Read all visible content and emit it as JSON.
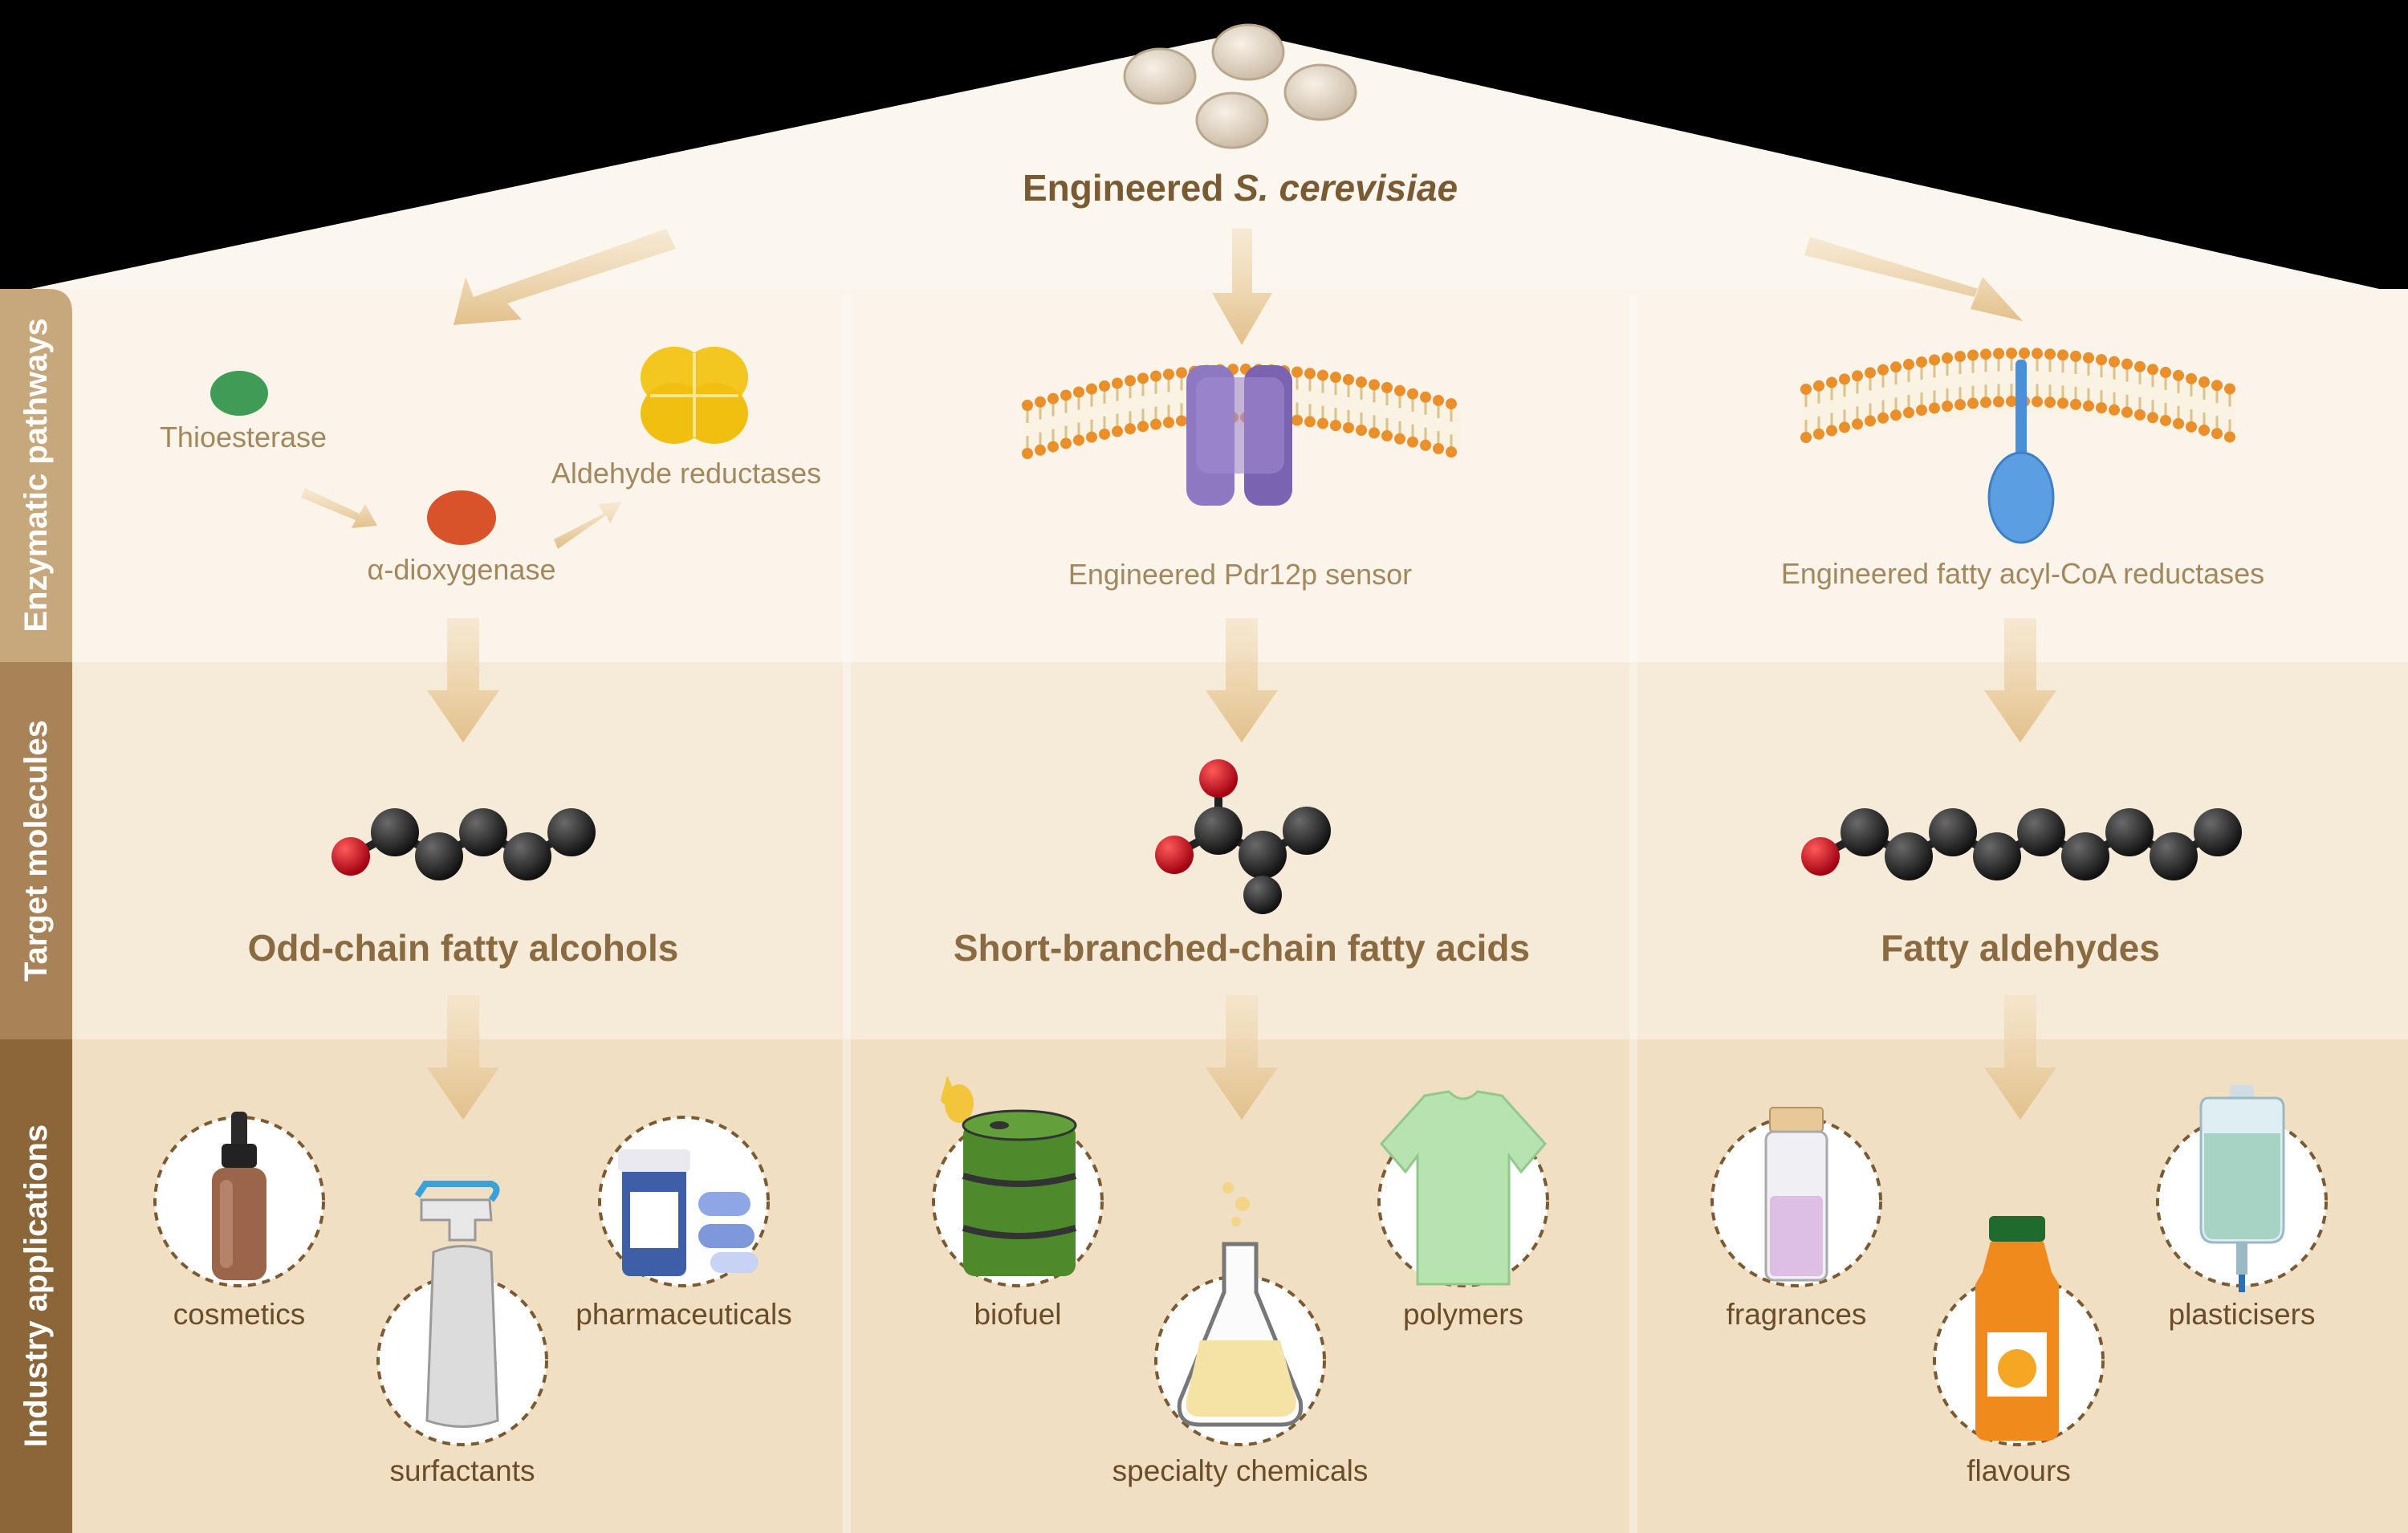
{
  "title": {
    "prefix": "Engineered ",
    "species": "S. cerevisiae"
  },
  "rows": [
    "Enzymatic pathways",
    "Target molecules",
    "Industry applications"
  ],
  "columns": [
    {
      "enzymes": [
        "Thioesterase",
        "α-dioxygenase",
        "Aldehyde reductases"
      ],
      "molecule": "Odd-chain fatty alcohols",
      "applications": [
        "cosmetics",
        "surfactants",
        "pharmaceuticals"
      ]
    },
    {
      "enzymes": [
        "Engineered Pdr12p sensor"
      ],
      "molecule": "Short-branched-chain fatty acids",
      "applications": [
        "biofuel",
        "specialty chemicals",
        "polymers"
      ]
    },
    {
      "enzymes": [
        "Engineered fatty acyl-CoA reductases"
      ],
      "molecule": "Fatty aldehydes",
      "applications": [
        "fragrances",
        "flavours",
        "plasticisers"
      ]
    }
  ],
  "colors": {
    "pathways_band": "#fbf4ea",
    "molecules_band": "#f6ead8",
    "applications_band": "#f0dfc3",
    "side_tab": "#9e7d55",
    "arrow": "#e8c996",
    "text_brown": "#7a5a32"
  },
  "icons": [
    "yeast-cells",
    "membrane-transporter",
    "membrane-enzyme",
    "dropper-bottle",
    "spray-bottle",
    "pill-bottle",
    "oil-drum",
    "flask",
    "t-shirt",
    "perfume-vial",
    "juice-bottle",
    "iv-bag"
  ]
}
